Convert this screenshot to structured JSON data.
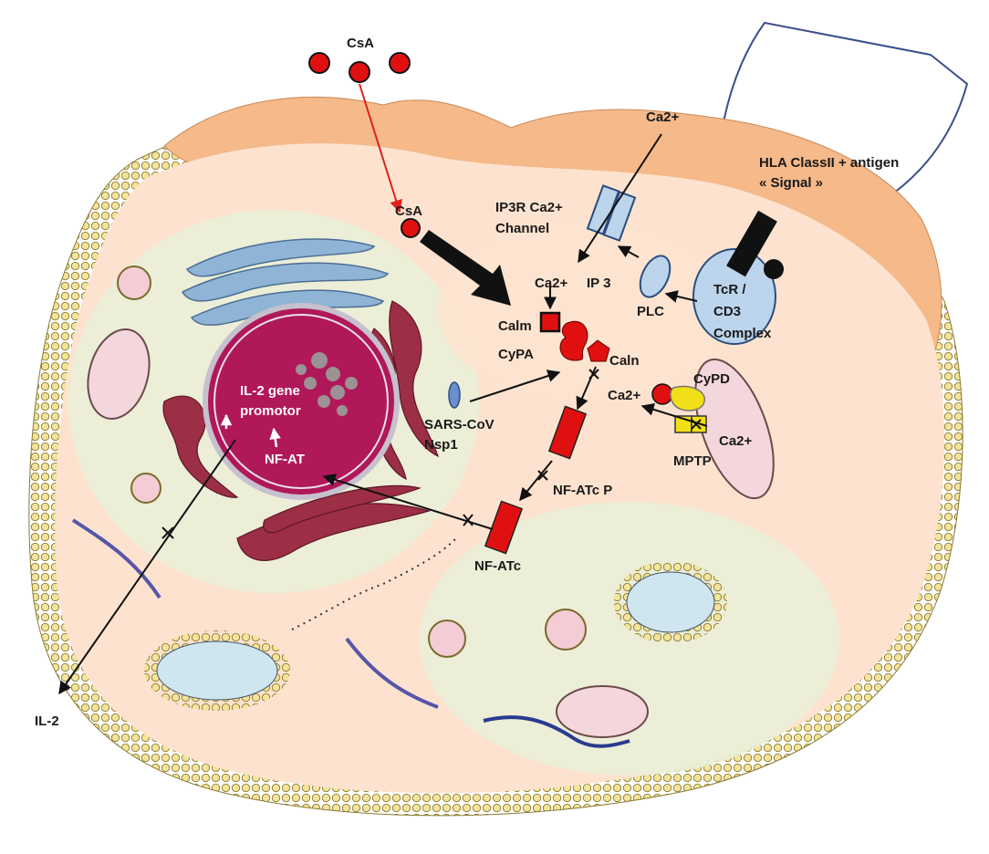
{
  "labels": {
    "csa_top": "CsA",
    "csa_inside": "CsA",
    "ca_top": "Ca2+",
    "hla_line1": "HLA ClassII + antigen",
    "hla_line2": "« Signal »",
    "ip3r_line1": "IP3R Ca2+",
    "ip3r_line2": "Channel",
    "ca_ip3": "Ca2+",
    "ip3": "IP 3",
    "plc": "PLC",
    "tcr_line1": "TcR /",
    "tcr_line2": "CD3",
    "tcr_line3": "Complex",
    "calm": "Calm",
    "cypa": "CyPA",
    "caln": "Caln",
    "cypd": "CyPD",
    "ca_mito": "Ca2+",
    "ca_mito2": "Ca2+",
    "mptp": "MPTP",
    "sars_line1": "SARS-CoV",
    "sars_line2": "Nsp1",
    "il2_line1": "IL-2 gene",
    "il2_line2": "promotor",
    "nfat_nucleus": "NF-AT",
    "nfatc_p": "NF-ATc P",
    "nfatc": "NF-ATc",
    "il2_out": "IL-2"
  },
  "colors": {
    "membrane_beads": "#f4e49a",
    "cytoplasm": "#fde3cf",
    "cytoplasm_light": "#e9f0d8",
    "apical": "#f5b98a",
    "nucleus": "#b0185a",
    "er": "#9c2f45",
    "golgi": "#8fb4d6",
    "channel": "#bcd4ec",
    "protein_red": "#e01010",
    "cypd_yellow": "#f1df18",
    "inhibitor_arrow": "#e02020",
    "filament": "#5656a8"
  }
}
